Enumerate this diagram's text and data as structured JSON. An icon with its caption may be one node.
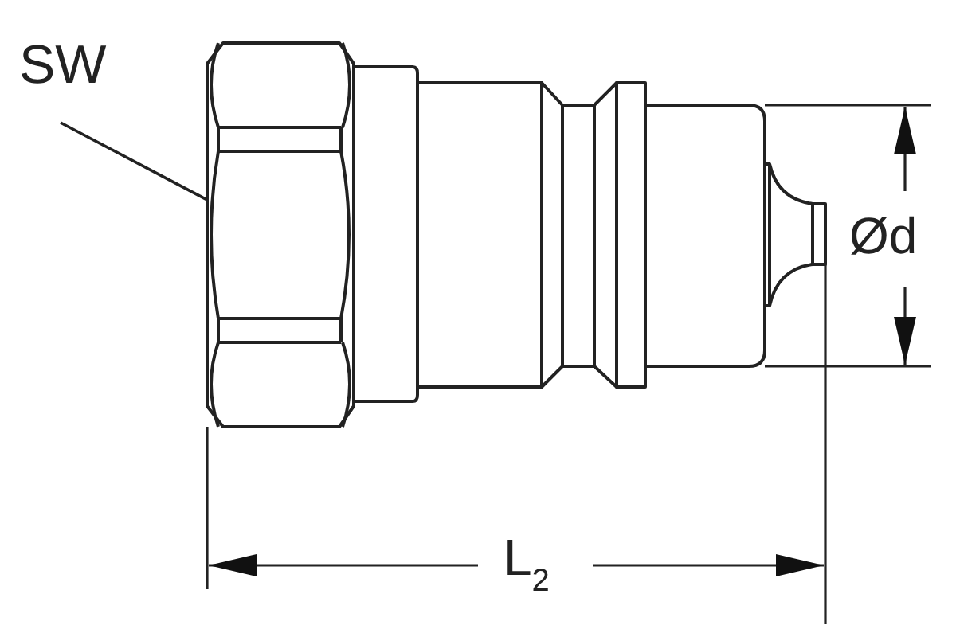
{
  "diagram": {
    "nodes": [
      {
        "text": [
          "SW"
        ]
      },
      {
        "text": [],
        "shape": "picture"
      }
    ],
    "edges": [
      {
        "from": 0,
        "to": 1,
        "arrow": "none"
      }
    ],
    "labels": [
      "Ød",
      "L$_{2}$"
    ]
  }
}
